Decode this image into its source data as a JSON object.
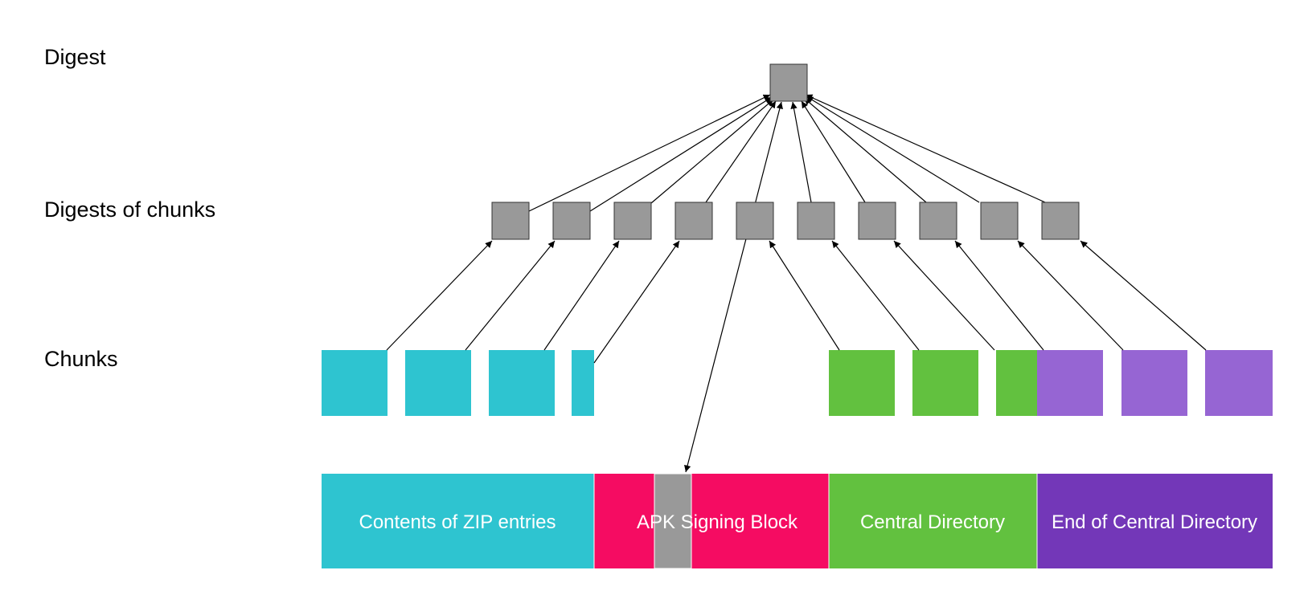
{
  "labels": {
    "digest": "Digest",
    "digests_of_chunks": "Digests of chunks",
    "chunks": "Chunks"
  },
  "segments": [
    {
      "id": "zip-entries",
      "label": "Contents of ZIP entries",
      "color": "#2ec4d0"
    },
    {
      "id": "apk-signing-block",
      "label": "APK Signing Block",
      "color": "#f50c62"
    },
    {
      "id": "central-directory",
      "label": "Central Directory",
      "color": "#62c13f"
    },
    {
      "id": "eocd",
      "label": "End of Central Directory",
      "color": "#7337b8"
    }
  ],
  "chunk_colors": {
    "zip": "#2ec4d0",
    "central_directory": "#62c13f",
    "eocd": "#9665d3"
  },
  "digest_box_color": "#999999"
}
